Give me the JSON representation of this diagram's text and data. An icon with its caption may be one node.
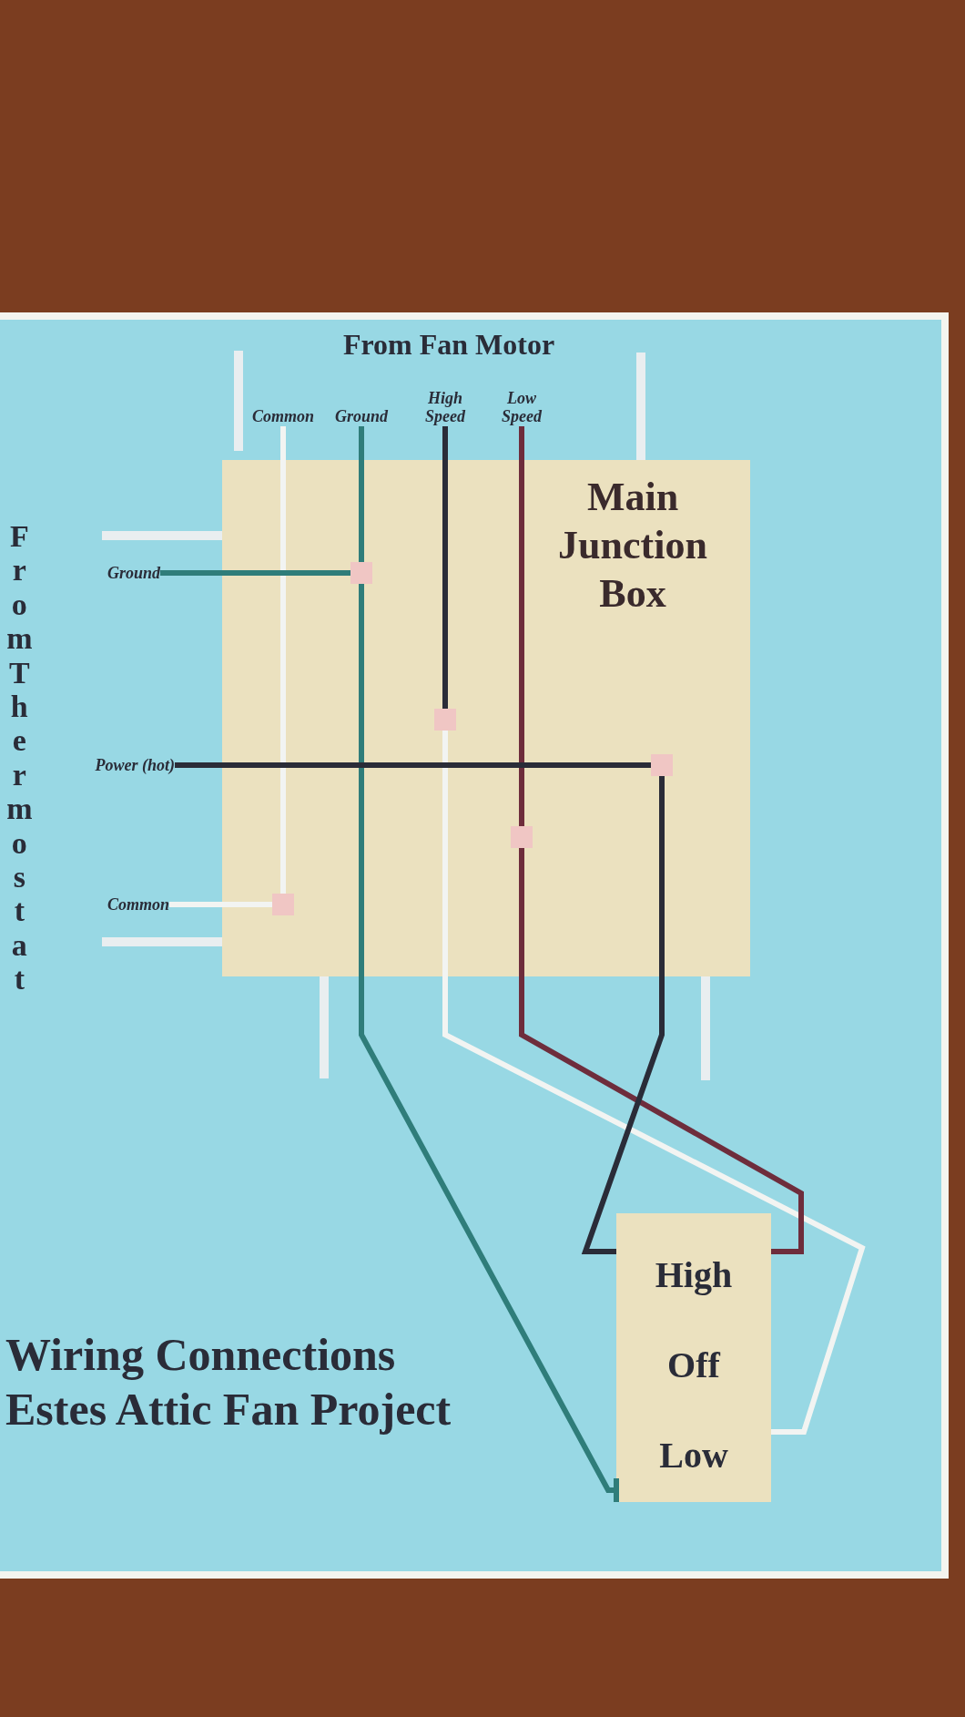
{
  "diagram": {
    "title": "Wiring Connections Estes Attic Fan Project",
    "nodes": [
      {
        "text": [
          "Main Junction Box"
        ]
      },
      {
        "text": [
          "Common"
        ]
      },
      {
        "text": [
          "Ground"
        ]
      },
      {
        "text": [
          "High Speed"
        ]
      },
      {
        "text": [
          "Low Speed"
        ]
      },
      {
        "text": [
          "Ground"
        ]
      },
      {
        "text": [
          "Power (hot)"
        ]
      },
      {
        "text": [
          "Common"
        ]
      },
      {
        "text": [],
        "shape": "box",
        "in": 0
      },
      {
        "text": [],
        "shape": "box",
        "in": 0
      },
      {
        "text": [],
        "shape": "box",
        "in": 0
      },
      {
        "text": [],
        "shape": "box",
        "in": 0
      },
      {
        "text": [],
        "shape": "box",
        "in": 0
      },
      {
        "text": [
          "High",
          "Off",
          "Low"
        ]
      }
    ],
    "edges": [
      {
        "from": 1,
        "to": 12,
        "arrow": "none",
        "color": "#f2f4f2"
      },
      {
        "from": 7,
        "to": 12,
        "arrow": "none",
        "color": "#f2f4f2"
      },
      {
        "from": 2,
        "to": 8,
        "arrow": "none",
        "color": "#2f7d7a"
      },
      {
        "from": 5,
        "to": 8,
        "arrow": "none",
        "color": "#2f7d7a"
      },
      {
        "from": 8,
        "to": 13,
        "arrow": "other",
        "color": "#2f7d7a"
      },
      {
        "from": 3,
        "to": 9,
        "arrow": "none",
        "color": "#2a2c38"
      },
      {
        "from": 9,
        "to": 13,
        "arrow": "none",
        "color": "#f2f4f2"
      },
      {
        "from": 4,
        "to": 11,
        "arrow": "none",
        "color": "#6e2d3c"
      },
      {
        "from": 11,
        "to": 13,
        "arrow": "none",
        "color": "#6e2d3c"
      },
      {
        "from": 6,
        "to": 10,
        "arrow": "none",
        "color": "#2a2c38"
      },
      {
        "from": 10,
        "to": 13,
        "arrow": "none",
        "color": "#2a2c38"
      }
    ],
    "labels": [
      "From Fan Motor",
      "From Thermostat"
    ]
  }
}
